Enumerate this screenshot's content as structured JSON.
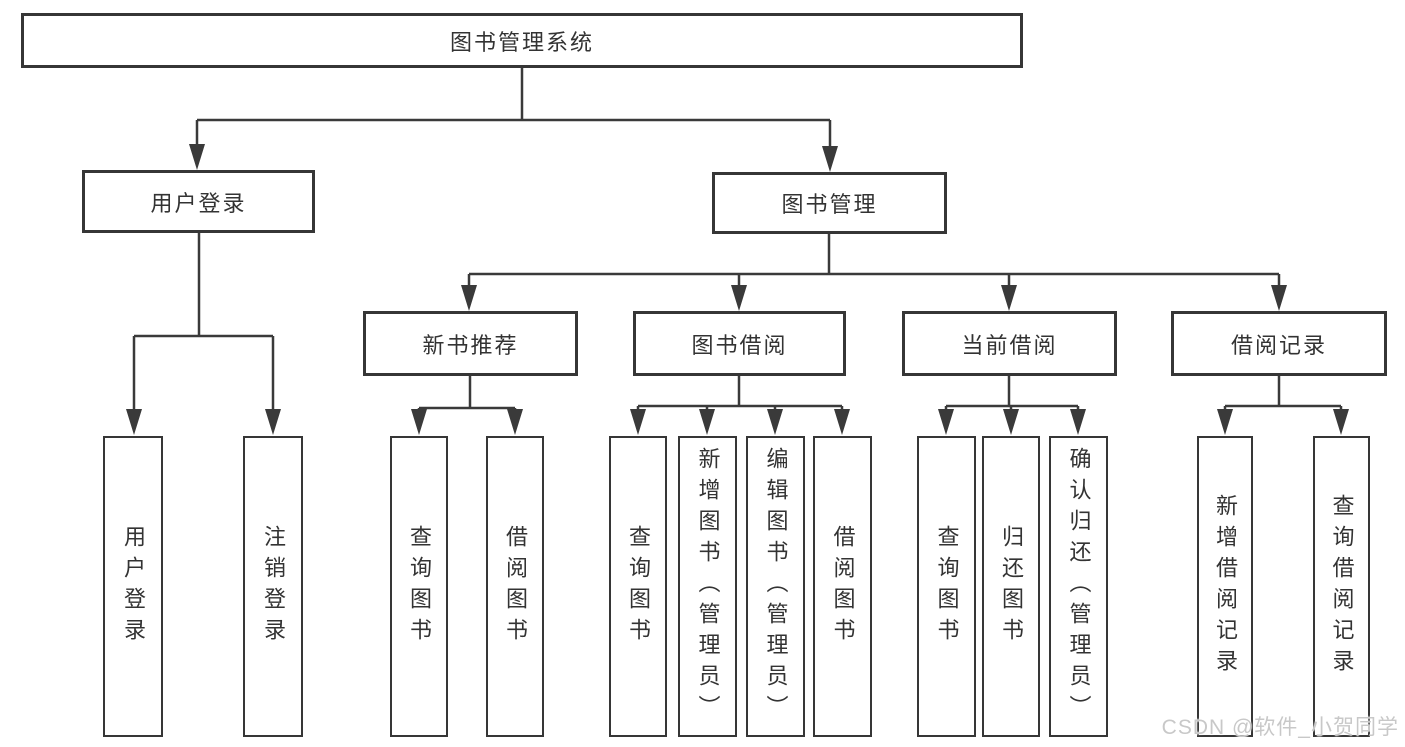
{
  "diagram_title": "图书管理系统",
  "tree": {
    "label": "图书管理系统",
    "children": [
      {
        "label": "用户登录",
        "children": [
          {
            "label": "用户登录"
          },
          {
            "label": "注销登录"
          }
        ]
      },
      {
        "label": "图书管理",
        "children": [
          {
            "label": "新书推荐",
            "children": [
              {
                "label": "查询图书"
              },
              {
                "label": "借阅图书"
              }
            ]
          },
          {
            "label": "图书借阅",
            "children": [
              {
                "label": "查询图书"
              },
              {
                "label": "新增图书（管理员）"
              },
              {
                "label": "编辑图书（管理员）"
              },
              {
                "label": "借阅图书"
              }
            ]
          },
          {
            "label": "当前借阅",
            "children": [
              {
                "label": "查询图书"
              },
              {
                "label": "归还图书"
              },
              {
                "label": "确认归还（管理员）"
              }
            ]
          },
          {
            "label": "借阅记录",
            "children": [
              {
                "label": "新增借阅记录"
              },
              {
                "label": "查询借阅记录"
              }
            ]
          }
        ]
      }
    ]
  },
  "watermark": {
    "text": "CSDN @软件_小贺同学"
  },
  "colors": {
    "background": "#ffffff",
    "box_border": "#363636",
    "connector_line": "#3a3a3a",
    "text": "#333333",
    "watermark_text": "#c8c8c8"
  }
}
